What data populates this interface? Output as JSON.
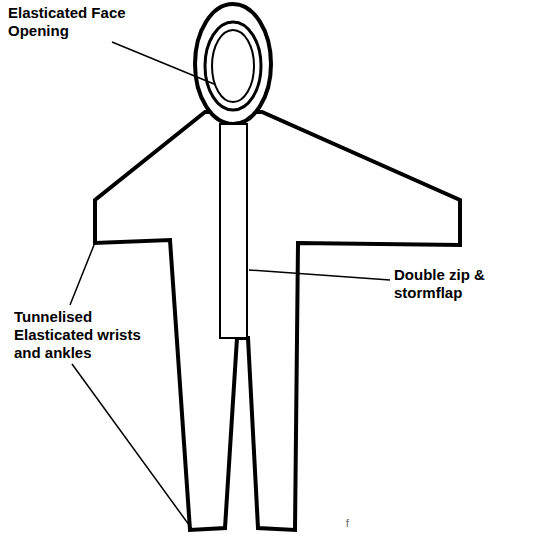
{
  "diagram": {
    "labels": [
      "Elasticated Face Opening",
      "Double zip & stormflap",
      "Tunnelised Elasticated wrists and ankles",
      "f"
    ]
  }
}
